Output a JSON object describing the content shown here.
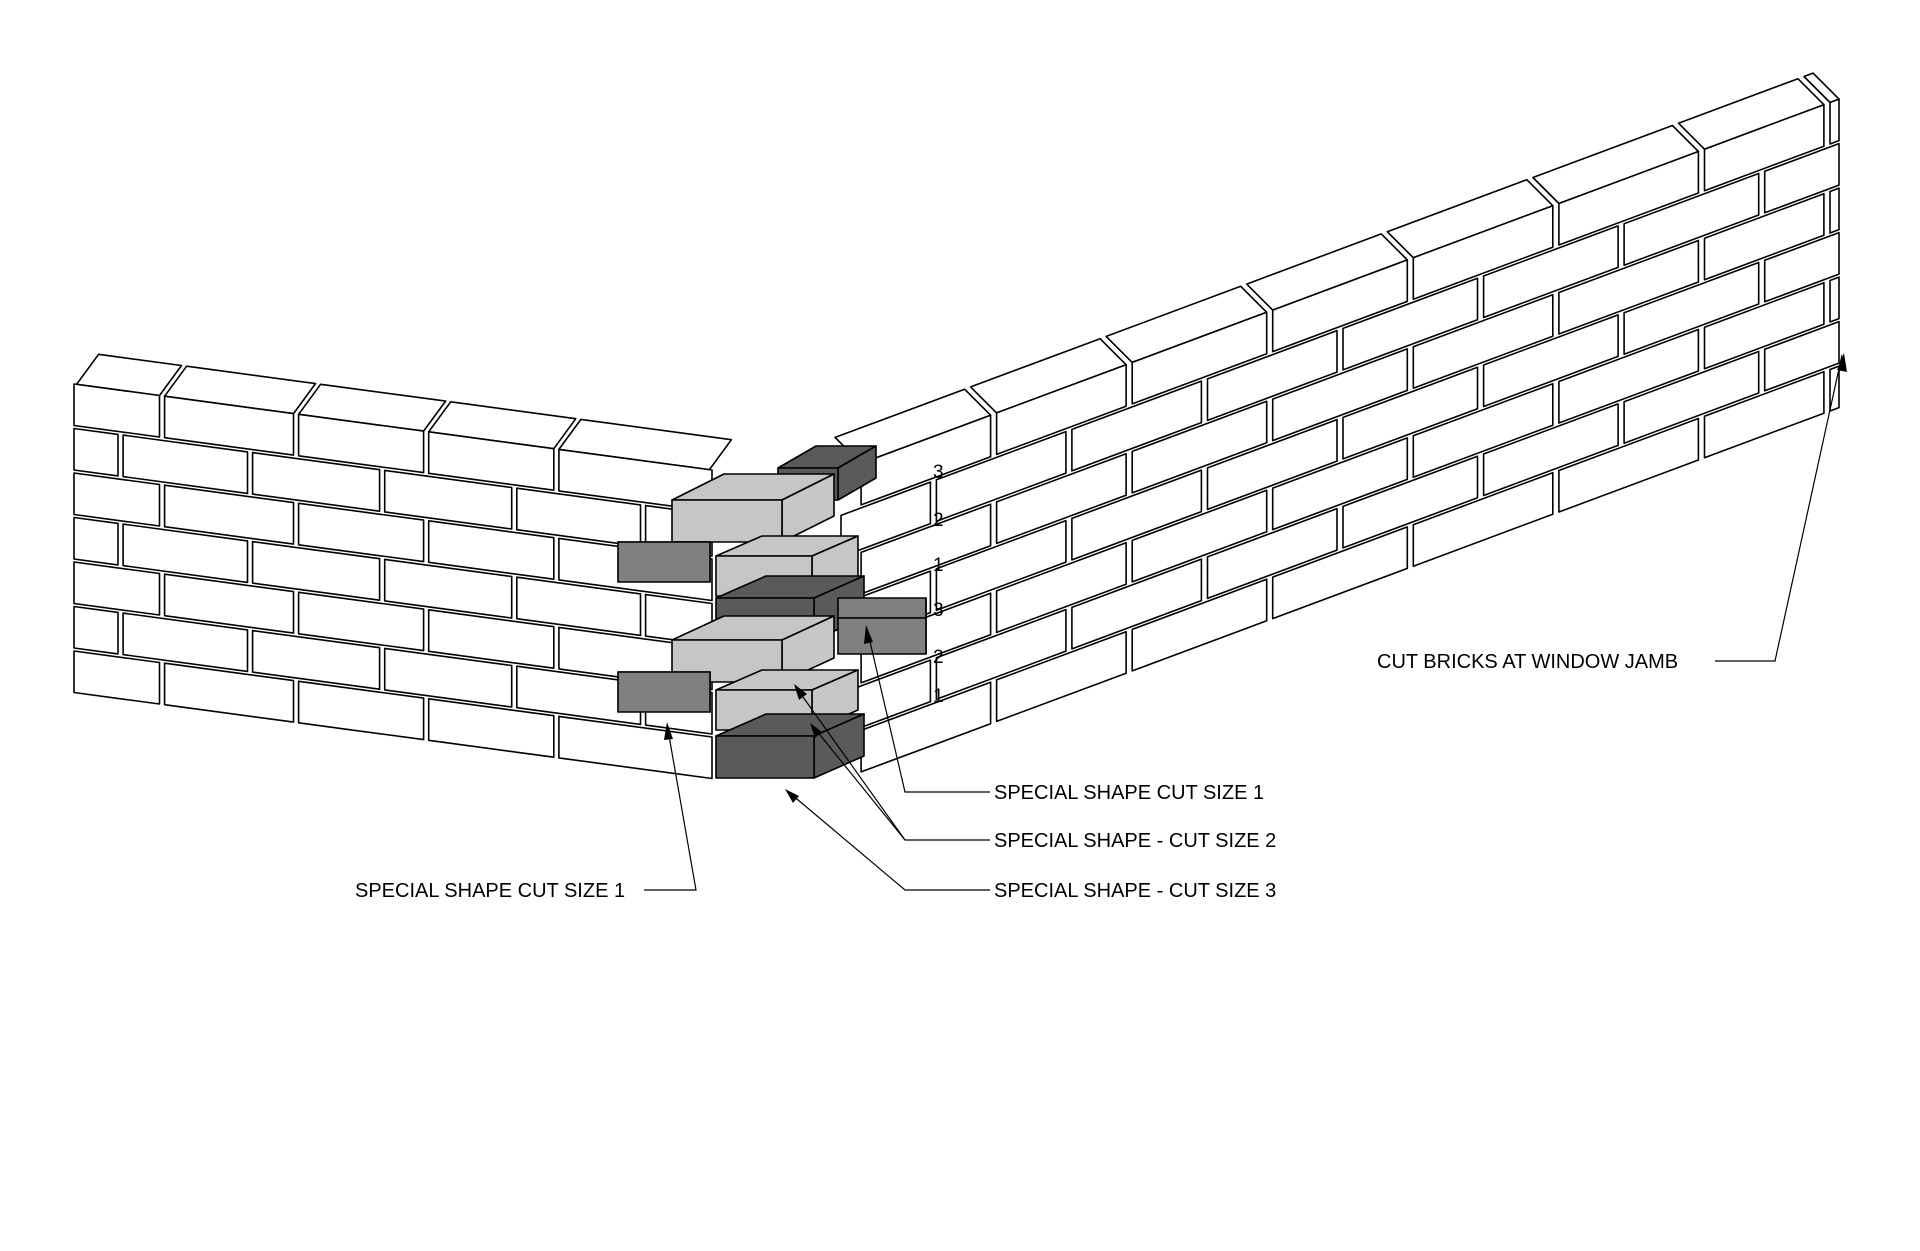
{
  "shade_colors": {
    "white": "#ffffff",
    "light": "#c6c6c6",
    "medium": "#808080",
    "dark": "#5a5a5a"
  },
  "course_numbers": [
    "3",
    "2",
    "1",
    "3",
    "2",
    "1"
  ],
  "annotations": {
    "cut_bricks_window_jamb": "CUT BRICKS AT WINDOW JAMB",
    "special_shape_cut_size_1_right": "SPECIAL SHAPE CUT SIZE 1",
    "special_shape_cut_size_2": "SPECIAL SHAPE - CUT SIZE 2",
    "special_shape_cut_size_3": "SPECIAL SHAPE - CUT SIZE 3",
    "special_shape_cut_size_1_left": "SPECIAL SHAPE CUT SIZE 1"
  }
}
